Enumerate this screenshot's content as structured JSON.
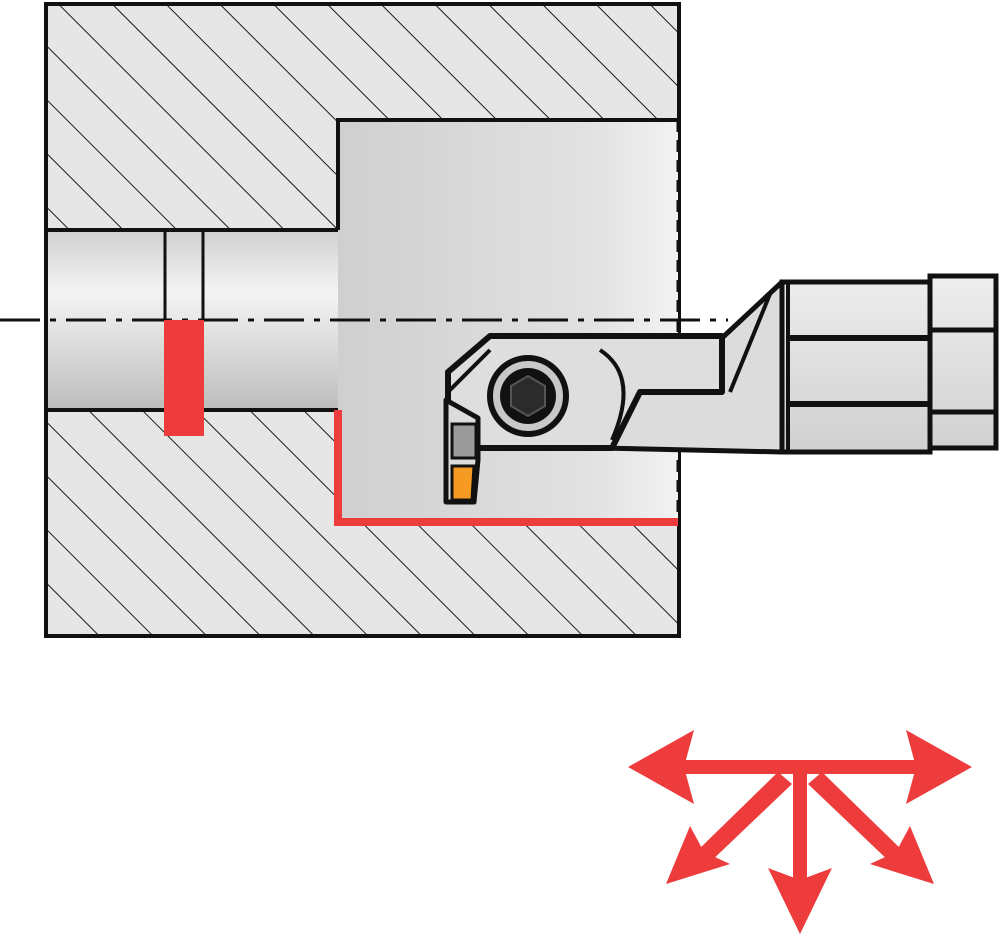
{
  "diagram": {
    "kind": "internal grooving / boring tool operation",
    "labels": [],
    "colors": {
      "workpiece_fill": "#e6e6e6",
      "hatch": "#1a1a1a",
      "bore_light": "#f2f2f2",
      "bore_dark": "#bdbdbd",
      "cut_path": "#ee3b3b",
      "tool_body": "#d9d9d9",
      "insert_tip": "#f59a23",
      "outline": "#111111"
    },
    "icons": [
      "workpiece-section",
      "centerline",
      "groove-cut-mark",
      "profile-cut-path",
      "boring-bar",
      "clamp-screw-icon",
      "cutting-insert",
      "feed-directions-arrows-icon"
    ],
    "feed_directions": [
      "left",
      "right",
      "down-left",
      "down",
      "down-right"
    ]
  }
}
